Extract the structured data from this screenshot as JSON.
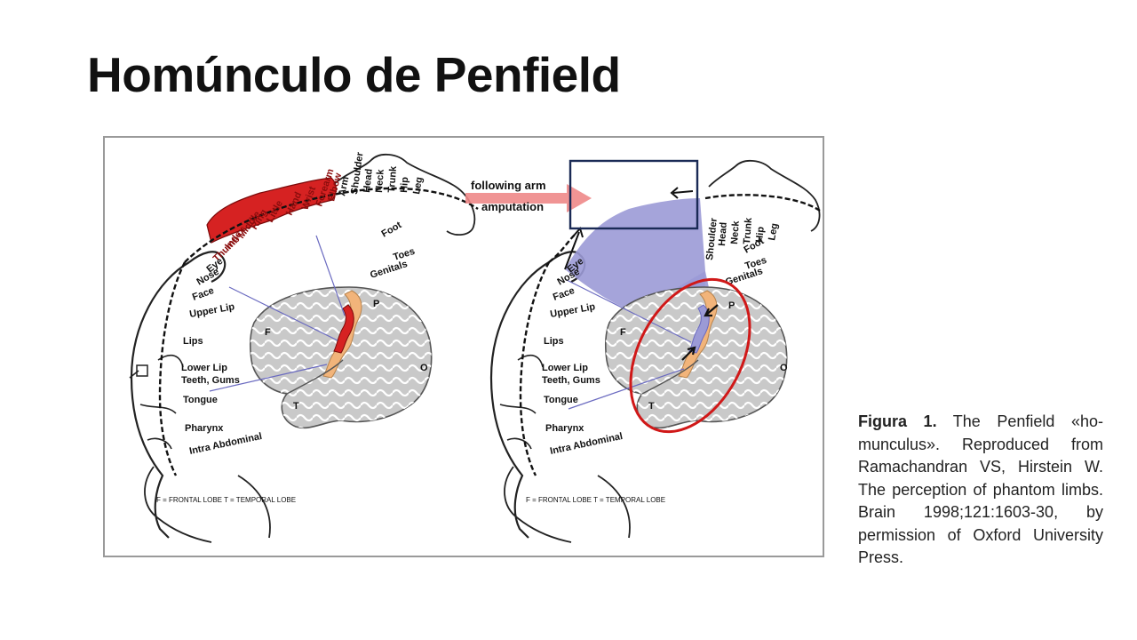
{
  "slide": {
    "title": "Homúnculo de Penfield"
  },
  "caption": {
    "label": "Figura 1.",
    "text": " The Penfield «ho-munculus». Reproduced from Ramachandran VS, Hirstein W. The perception of phantom limbs. Brain 1998;121:1603-30, by permission of Oxford University Press."
  },
  "figure": {
    "left_panel": {
      "labels_red": [
        "Hand",
        "Little",
        "Ring",
        "Middle",
        "Index",
        "Thumb"
      ],
      "labels_dark": [
        "Elbow",
        "Forearm",
        "Wrist",
        "Arm",
        "Shoulder",
        "Head",
        "Neck",
        "Trunk",
        "Hip",
        "Leg",
        "Foot",
        "Toes",
        "Genitals",
        "Eye",
        "Nose",
        "Face",
        "Upper Lip",
        "Lips",
        "Lower Lip",
        "Teeth, Gums",
        "Tongue",
        "Pharynx",
        "Intra Abdominal"
      ],
      "lobe_letters": [
        "F",
        "T",
        "P",
        "O"
      ],
      "legend": "F = FRONTAL LOBE   T = TEMPORAL LOBE"
    },
    "right_panel": {
      "arrow_label_line1": "following arm",
      "arrow_label_line2": "amputation",
      "labels_dark": [
        "Shoulder",
        "Head",
        "Neck",
        "Trunk",
        "Hip",
        "Leg",
        "Foot",
        "Toes",
        "Genitals",
        "Eye",
        "Nose",
        "Face",
        "Upper Lip",
        "Lips",
        "Lower Lip",
        "Teeth, Gums",
        "Tongue",
        "Pharynx",
        "Intra Abdominal"
      ],
      "lobe_letters": [
        "F",
        "T",
        "P",
        "O"
      ],
      "legend": "F = FRONTAL LOBE   T = TEMPORAL LOBE"
    },
    "colors": {
      "arm_region": "#d62222",
      "cortex_strip": "#f2b47a",
      "reassigned_area": "#9b9ad6",
      "highlight_ellipse": "#d01818",
      "highlight_box": "#1a2a55",
      "brain_fill": "#c9c9c9",
      "arrow": "#ee7777"
    }
  }
}
